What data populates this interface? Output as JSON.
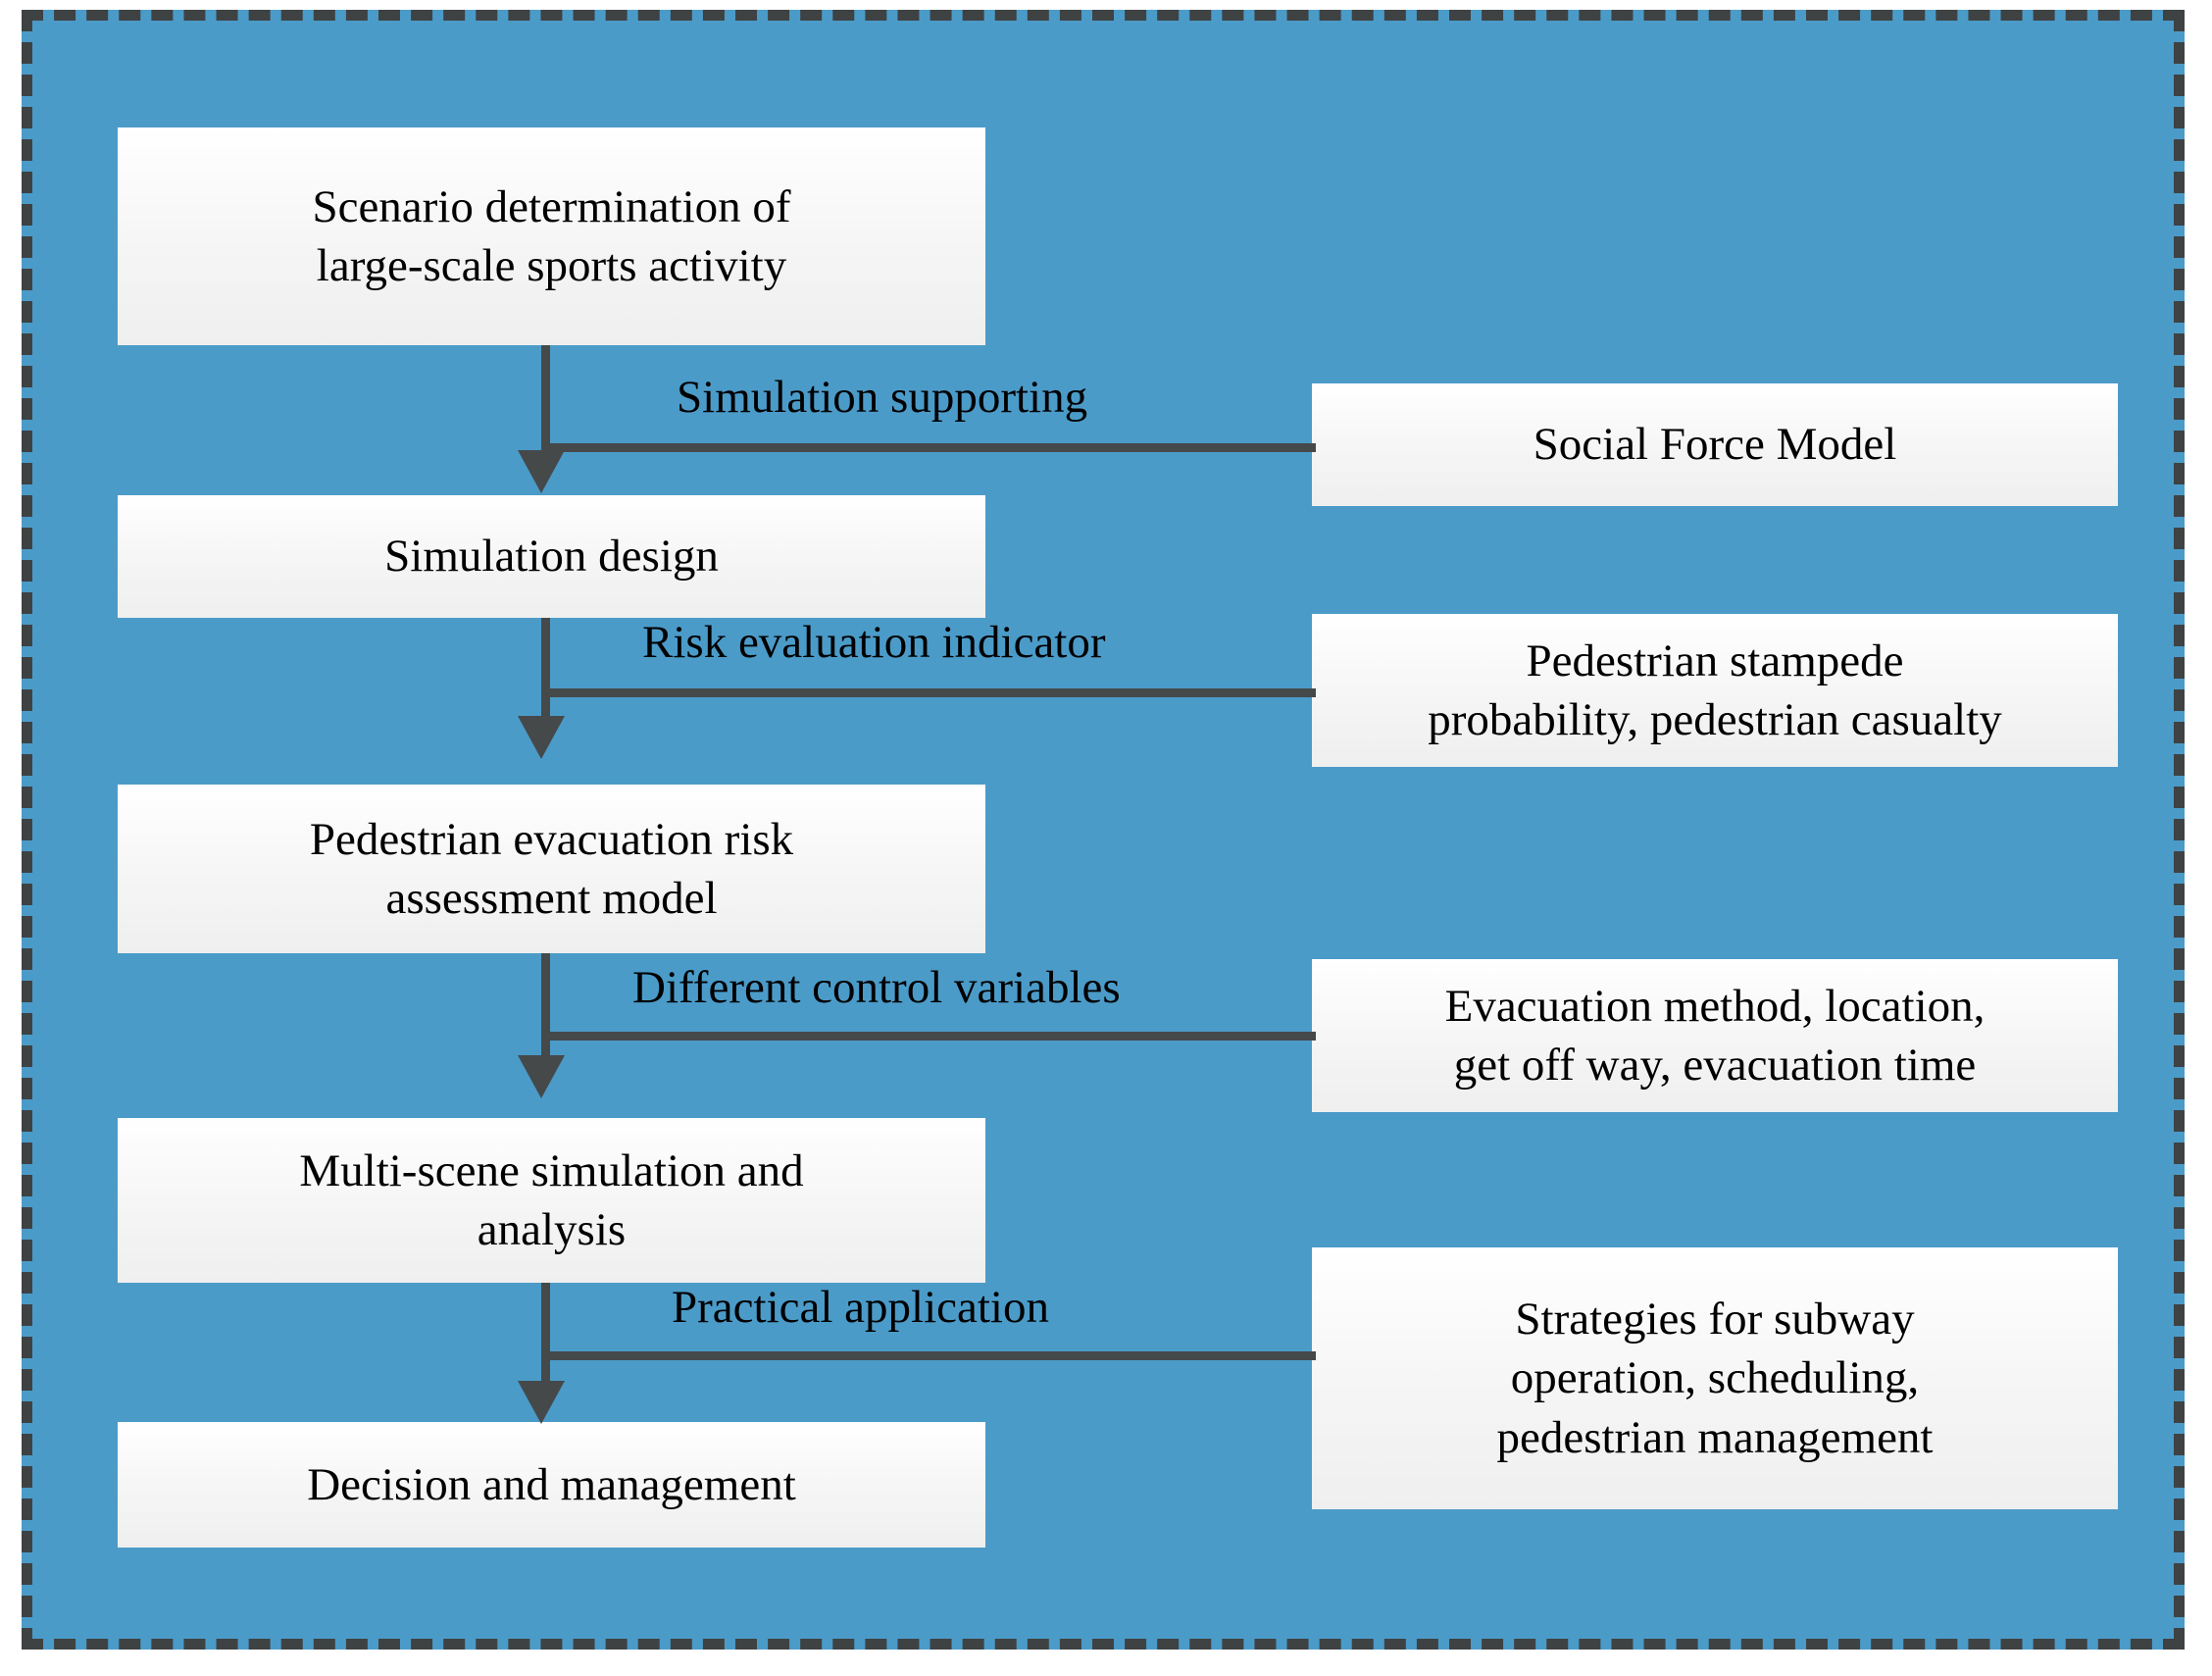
{
  "figure": {
    "type": "flowchart",
    "orientation": "vertical-with-side-annotations",
    "background_color": "#4b9bc9",
    "node_fill": "#f4f4f4",
    "connector_color": "#45494a",
    "border_style": "dashed",
    "border_color": "#3f4243"
  },
  "main_flow": [
    {
      "id": "step1",
      "label": "Scenario determination of\nlarge-scale sports activity"
    },
    {
      "id": "step2",
      "label": "Simulation design"
    },
    {
      "id": "step3",
      "label": "Pedestrian evacuation risk\nassessment model"
    },
    {
      "id": "step4",
      "label": "Multi-scene simulation and\nanalysis"
    },
    {
      "id": "step5",
      "label": "Decision and management"
    }
  ],
  "edges": [
    {
      "id": "edge1",
      "from": "step1",
      "to": "step2",
      "label": "Simulation supporting"
    },
    {
      "id": "edge2",
      "from": "step2",
      "to": "step3",
      "label": "Risk evaluation indicator"
    },
    {
      "id": "edge3",
      "from": "step3",
      "to": "step4",
      "label": "Different control variables"
    },
    {
      "id": "edge4",
      "from": "step4",
      "to": "step5",
      "label": "Practical application"
    }
  ],
  "side_nodes": [
    {
      "id": "side1",
      "label": "Social Force Model",
      "attaches_to_edge": "edge1"
    },
    {
      "id": "side2",
      "label": "Pedestrian stampede\nprobability, pedestrian casualty",
      "attaches_to_edge": "edge2"
    },
    {
      "id": "side3",
      "label": "Evacuation method, location,\nget off way, evacuation time",
      "attaches_to_edge": "edge3"
    },
    {
      "id": "side4",
      "label": "Strategies for subway\noperation, scheduling,\npedestrian management",
      "attaches_to_edge": "edge4"
    }
  ]
}
